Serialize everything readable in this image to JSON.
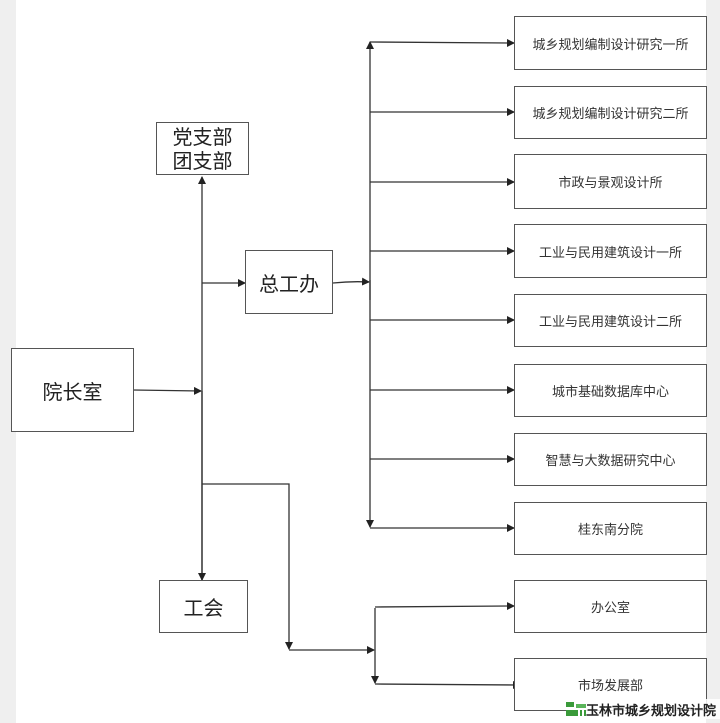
{
  "diagram": {
    "root": {
      "label": "院长室"
    },
    "party": {
      "label_line1": "党支部",
      "label_line2": "团支部"
    },
    "union": {
      "label": "工会"
    },
    "chief_engineer": {
      "label": "总工办"
    },
    "institutes": [
      {
        "label": "城乡规划编制设计研究一所"
      },
      {
        "label": "城乡规划编制设计研究二所"
      },
      {
        "label": "市政与景观设计所"
      },
      {
        "label": "工业与民用建筑设计一所"
      },
      {
        "label": "工业与民用建筑设计二所"
      },
      {
        "label": "城市基础数据库中心"
      },
      {
        "label": "智慧与大数据研究中心"
      },
      {
        "label": "桂东南分院"
      }
    ],
    "admin": [
      {
        "label": "办公室"
      },
      {
        "label": "市场发展部"
      }
    ]
  },
  "watermark": {
    "text": "玉林市城乡规划设计院",
    "icon": "institute-logo-icon",
    "color": "#3a9a3a"
  },
  "colors": {
    "line": "#333333",
    "border": "#555555"
  }
}
